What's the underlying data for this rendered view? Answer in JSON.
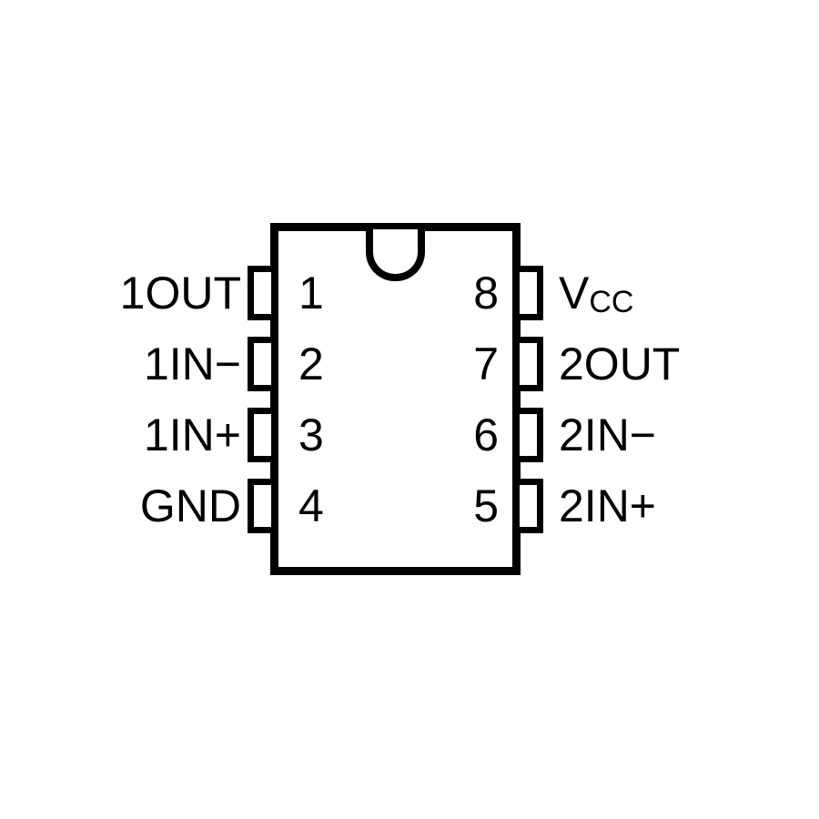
{
  "diagram": {
    "type": "ic-pinout",
    "package": "DIP-8",
    "view": "top",
    "colors": {
      "line": "#000000",
      "background": "#ffffff"
    },
    "left_pins": [
      {
        "number": "1",
        "label": "1OUT"
      },
      {
        "number": "2",
        "label": "1IN−"
      },
      {
        "number": "3",
        "label": "1IN+"
      },
      {
        "number": "4",
        "label": "GND"
      }
    ],
    "right_pins": [
      {
        "number": "8",
        "label_main": "V",
        "label_sub": "CC"
      },
      {
        "number": "7",
        "label": "2OUT"
      },
      {
        "number": "6",
        "label": "2IN−"
      },
      {
        "number": "5",
        "label": "2IN+"
      }
    ]
  }
}
